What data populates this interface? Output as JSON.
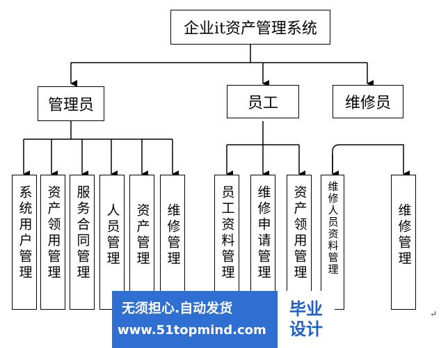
{
  "diagram": {
    "root": "企业it资产管理系统",
    "branches": [
      {
        "label": "管理员",
        "children": [
          "系统用户管理",
          "资产领用管理",
          "服务合同管理",
          "人员管理",
          "资产管理",
          "维修管理"
        ]
      },
      {
        "label": "员工",
        "children": [
          "员工资料管理",
          "维修申请管理",
          "资产领用管理"
        ]
      },
      {
        "label": "维修员",
        "children": [
          "维修人员资料管理",
          "维修管理"
        ]
      }
    ]
  },
  "watermark": {
    "line1": "无须担心.自动发货",
    "line2": "www.51topmind.com",
    "badge_top": "毕业",
    "badge_bottom": "设计"
  },
  "paragraph_mark": "↵"
}
